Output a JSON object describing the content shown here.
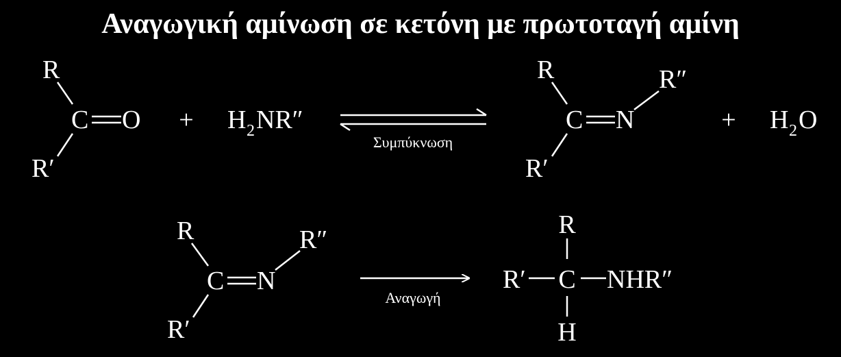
{
  "title": "Αναγωγική αμίνωση σε κετόνη με πρωτοταγή αμίνη",
  "colors": {
    "background": "#000000",
    "foreground": "#ffffff"
  },
  "reaction1": {
    "ketone": {
      "substituent_top": "R",
      "substituent_bottom": "R′",
      "carbon": "C",
      "oxygen": "O"
    },
    "plus1": "+",
    "amine": {
      "h": "H",
      "subscript": "2",
      "rest": "NR″"
    },
    "arrow_label": "Συμπύκνωση",
    "imine": {
      "substituent_top": "R",
      "substituent_bottom": "R′",
      "carbon": "C",
      "nitrogen": "N",
      "n_substituent": "R″"
    },
    "plus2": "+",
    "water": {
      "h": "H",
      "subscript": "2",
      "o": "O"
    }
  },
  "reaction2": {
    "imine": {
      "substituent_top": "R",
      "substituent_bottom": "R′",
      "carbon": "C",
      "nitrogen": "N",
      "n_substituent": "R″"
    },
    "arrow_label": "Αναγωγή",
    "amine_product": {
      "left": "R′",
      "carbon": "C",
      "right": "NHR″",
      "top": "R",
      "bottom": "H"
    }
  }
}
